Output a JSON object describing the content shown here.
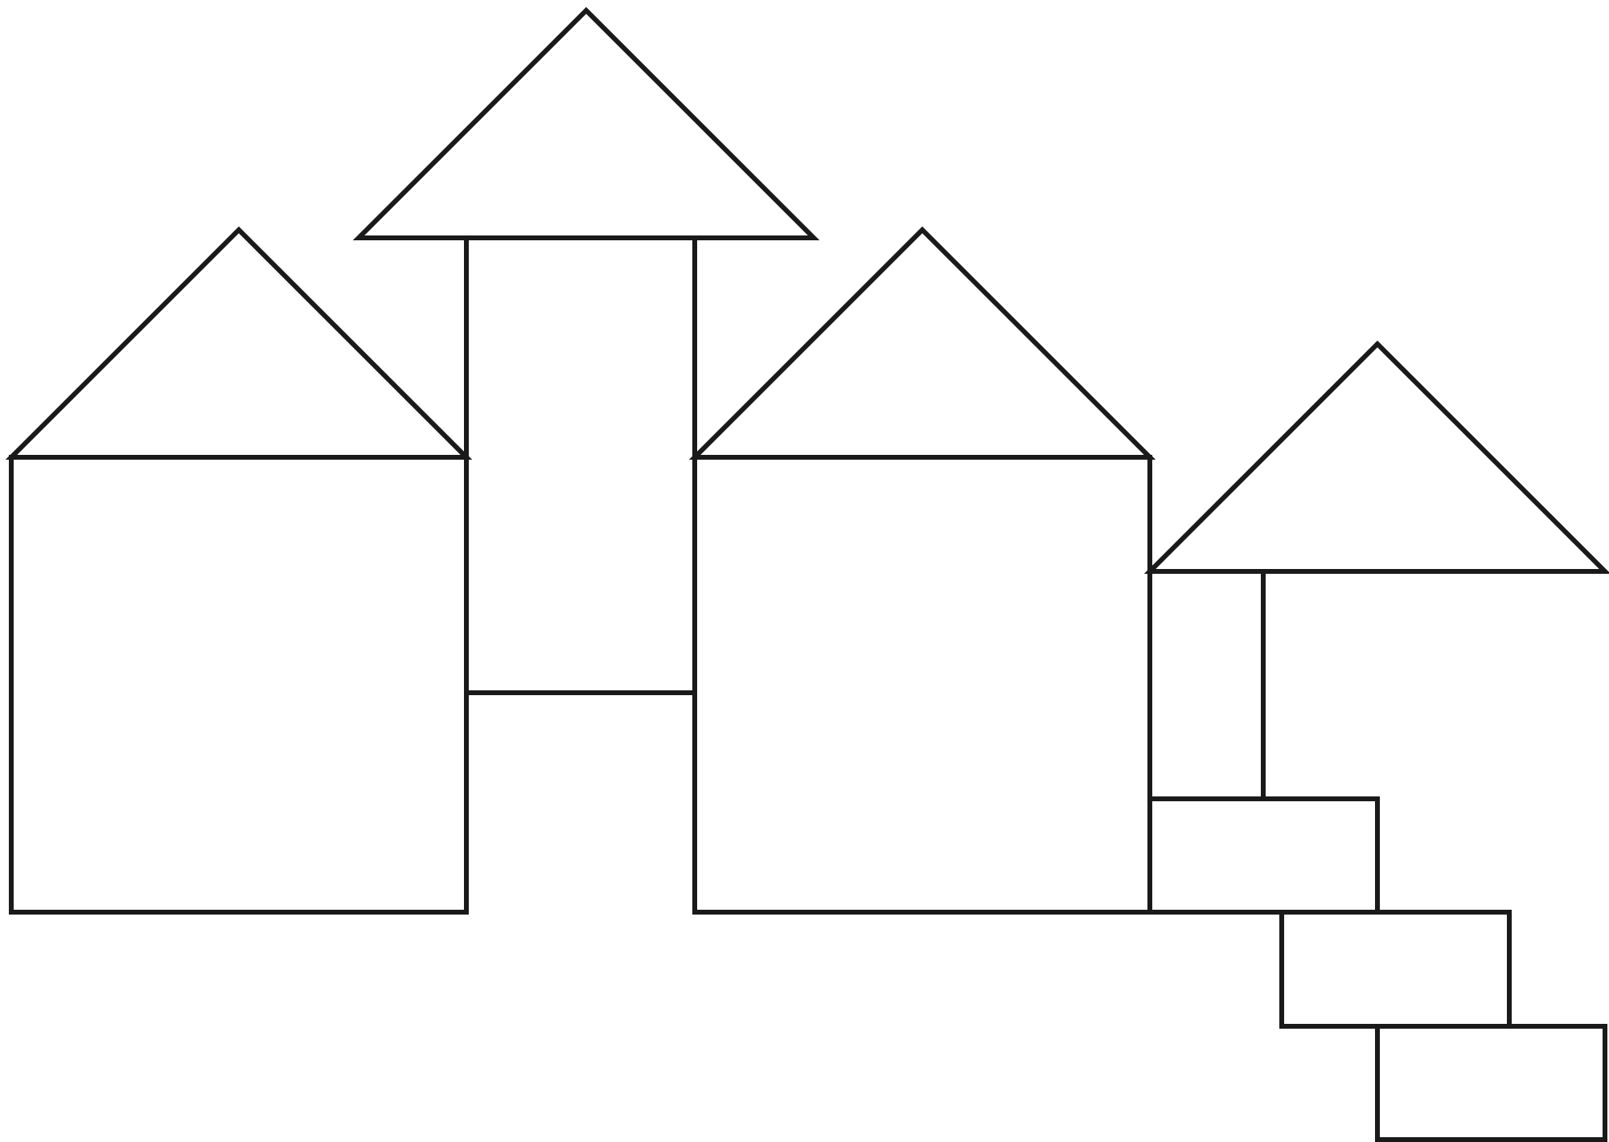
{
  "figure": {
    "background": "#ffffff",
    "line_color": "#1a1a1a",
    "fill": "none",
    "shapes": [
      {
        "name": "square-left",
        "kind": "square"
      },
      {
        "name": "triangle-left",
        "kind": "triangle"
      },
      {
        "name": "rect-tall-center",
        "kind": "rectangle"
      },
      {
        "name": "triangle-top",
        "kind": "triangle"
      },
      {
        "name": "square-center",
        "kind": "square"
      },
      {
        "name": "triangle-center",
        "kind": "triangle"
      },
      {
        "name": "rect-small-vertical",
        "kind": "rectangle"
      },
      {
        "name": "triangle-right",
        "kind": "triangle"
      },
      {
        "name": "rect-step-1",
        "kind": "rectangle"
      },
      {
        "name": "rect-step-2",
        "kind": "rectangle"
      },
      {
        "name": "rect-step-3",
        "kind": "rectangle"
      }
    ]
  }
}
